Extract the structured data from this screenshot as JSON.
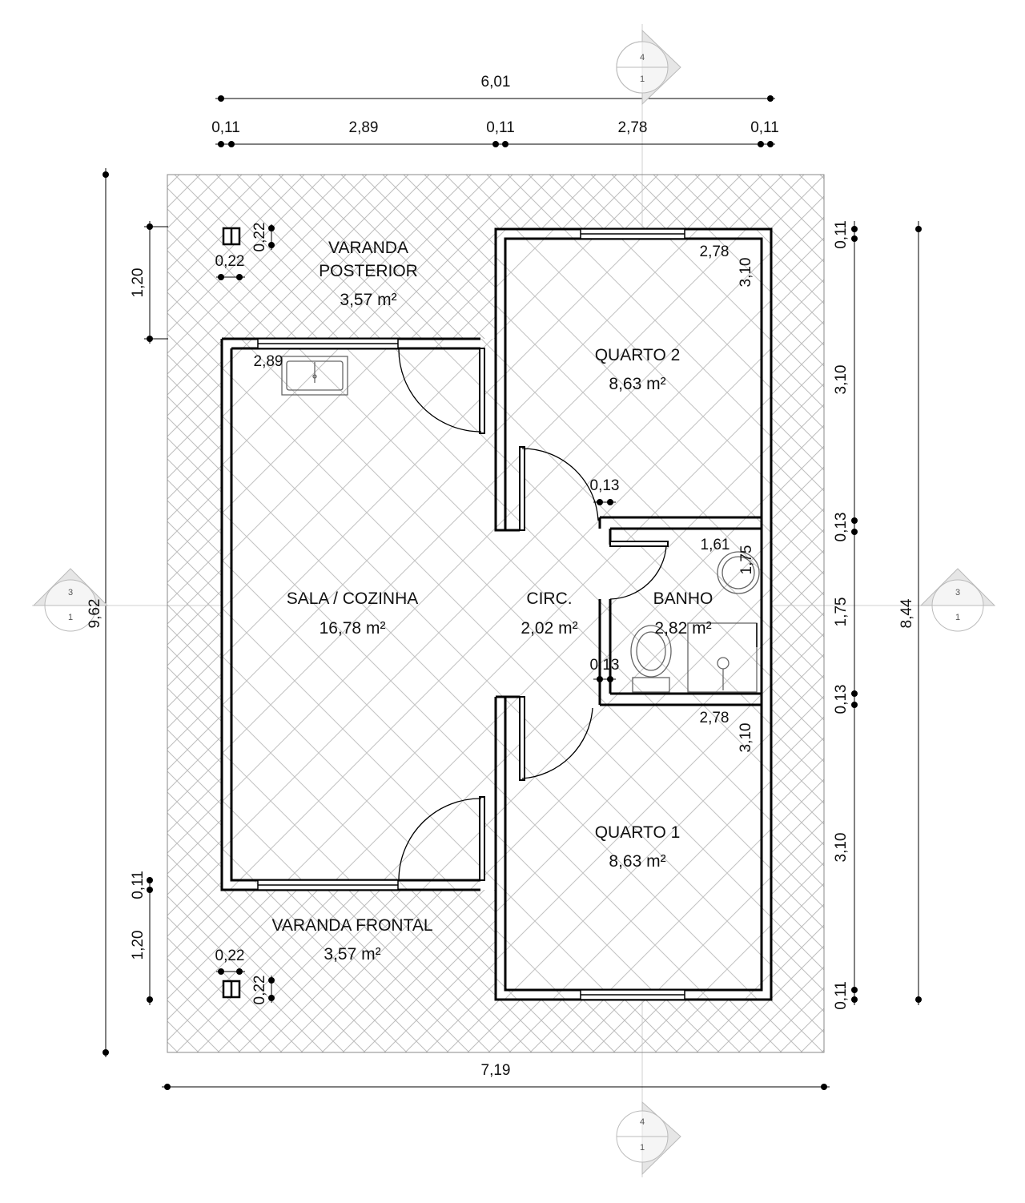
{
  "rooms": {
    "varanda_posterior": {
      "name_line1": "VARANDA",
      "name_line2": "POSTERIOR",
      "area": "3,57 m²"
    },
    "quarto2": {
      "name": "QUARTO 2",
      "area": "8,63 m²"
    },
    "sala_cozinha": {
      "name": "SALA / COZINHA",
      "area": "16,78 m²"
    },
    "circ": {
      "name": "CIRC.",
      "area": "2,02 m²"
    },
    "banho": {
      "name": "BANHO",
      "area": "2,82 m²"
    },
    "quarto1": {
      "name": "QUARTO 1",
      "area": "8,63 m²"
    },
    "varanda_frontal": {
      "name": "VARANDA FRONTAL",
      "area": "3,57 m²"
    }
  },
  "dimensions": {
    "top_total": "6,01",
    "top_parts": [
      "0,11",
      "2,89",
      "0,11",
      "2,78",
      "0,11"
    ],
    "bottom_total": "7,19",
    "left_total": "9,62",
    "left_varanda_posterior": "1,20",
    "left_wall_frontal": "0,11",
    "left_varanda_frontal": "1,20",
    "right_total": "8,44",
    "right_parts": [
      "0,11",
      "3,10",
      "0,13",
      "1,75",
      "0,13",
      "3,10",
      "0,11"
    ],
    "column_top_w": "0,22",
    "column_top_h": "0,22",
    "column_bottom_w": "0,22",
    "column_bottom_h": "0,22",
    "quarto2_w": "2,78",
    "quarto2_h": "3,10",
    "sala_w": "2,89",
    "circ_wall_top": "0,13",
    "circ_wall_bottom": "0,13",
    "banho_w": "1,61",
    "banho_h": "1,75",
    "quarto1_w": "2,78",
    "quarto1_h": "3,10"
  },
  "section_marks": {
    "top": {
      "num": "4",
      "sheet": "1"
    },
    "bottom": {
      "num": "4",
      "sheet": "1"
    },
    "left": {
      "num": "3",
      "sheet": "1"
    },
    "right": {
      "num": "3",
      "sheet": "1"
    }
  }
}
